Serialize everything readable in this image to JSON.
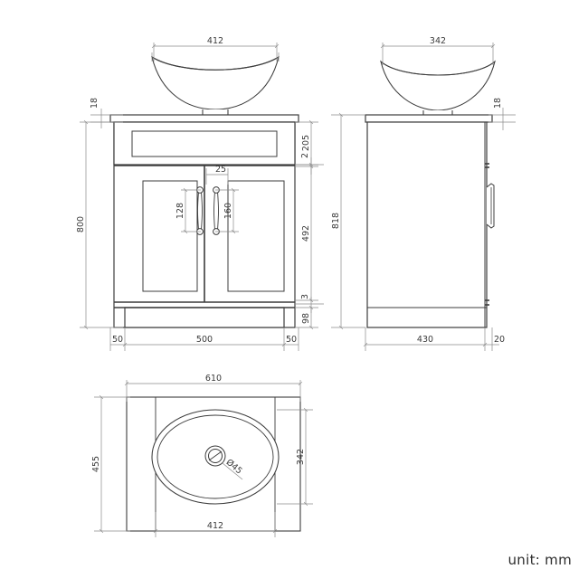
{
  "drawing": {
    "title": "bathroom-vanity-unit-technical-drawing",
    "unit_note": "unit: mm",
    "line_color": "#3c3c3c",
    "dim_color": "#8a8a8a",
    "text_color": "#3a3a3a",
    "background": "#ffffff"
  },
  "views": {
    "front_elevation": {
      "name": "front-elevation",
      "dimensions": {
        "basin_width": "412",
        "counter_thickness": "18",
        "total_height": "800",
        "drawer_height": "205",
        "gap_above_doors": "2",
        "door_height": "492",
        "gap_below_doors": "3",
        "plinth_height": "98",
        "left_overhang": "50",
        "cabinet_width": "500",
        "right_overhang": "50",
        "handle_gap": "25",
        "left_handle_centres": "128",
        "right_handle_centres": "160"
      }
    },
    "side_elevation": {
      "name": "side-elevation",
      "dimensions": {
        "basin_depth": "342",
        "counter_thickness": "18",
        "total_height": "818",
        "cabinet_depth": "430",
        "counter_overhang": "20"
      }
    },
    "plan_view": {
      "name": "plan-view",
      "dimensions": {
        "counter_width": "610",
        "counter_depth": "455",
        "basin_length": "412",
        "basin_width": "342",
        "drain_diameter": "Ø45"
      }
    }
  }
}
